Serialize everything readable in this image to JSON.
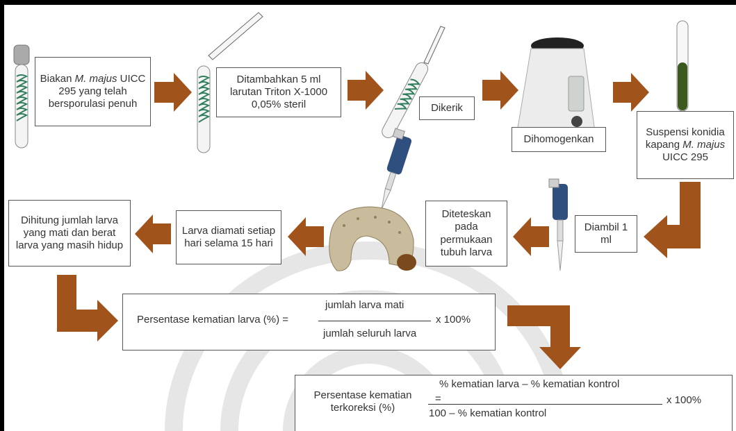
{
  "steps": {
    "s1": {
      "pre": "Biakan ",
      "italic": "M. majus",
      "post": " UICC 295 yang telah bersporulasi penuh"
    },
    "s2": "Ditambahkan 5 ml larutan Triton X-1000 0,05% steril",
    "s3": "Dikerik",
    "s4": "Dihomogenkan",
    "s5": {
      "pre": "Suspensi konidia kapang ",
      "italic": "M. majus",
      "post": " UICC 295"
    },
    "s6": "Diambil 1 ml",
    "s7": "Diteteskan pada permukaan tubuh larva",
    "s8": "Larva diamati setiap hari selama 15 hari",
    "s9": "Dihitung jumlah larva yang mati dan berat larva yang masih hidup"
  },
  "formula1": {
    "label": "Persentase kematian larva (%) =",
    "numerator": "jumlah larva mati",
    "denominator": "jumlah seluruh larva",
    "multiplier": "x 100%"
  },
  "formula2": {
    "label": "Persentase kematian terkoreksi (%)",
    "equals": "=",
    "numerator": "% kematian larva – % kematian kontrol",
    "denominator": "100 – % kematian kontrol",
    "multiplier": "x 100%"
  },
  "colors": {
    "arrow": "#a0541c",
    "culture": "#2e7d5b",
    "suspension": "#3b5a1e",
    "pipette": "#2f4f7f",
    "watermark": "#e4e4e4"
  },
  "icons": [
    "test-tube-culture-icon",
    "pipette-icon",
    "test-tube-icon",
    "needle-icon",
    "vortex-mixer-icon",
    "suspension-tube-icon",
    "beetle-larva-icon",
    "micropipette-icon"
  ]
}
